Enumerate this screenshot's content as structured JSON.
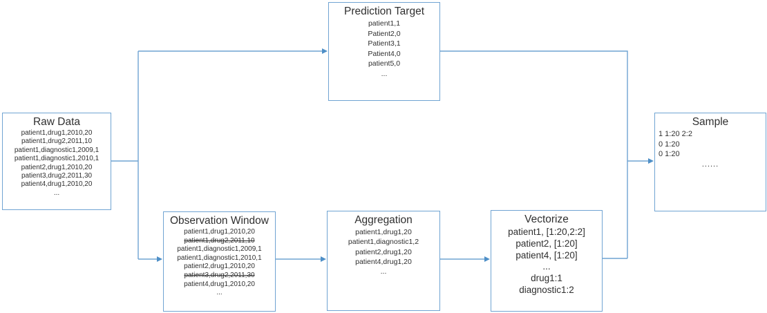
{
  "diagram": {
    "colors": {
      "line": "#6fa3d2",
      "arrow": "#4e8fc7",
      "text": "#2f2f2f",
      "background": "#ffffff"
    },
    "boxes": {
      "raw_data": {
        "title": "Raw Data",
        "lines": [
          "patient1,drug1,2010,20",
          "patient1,drug2,2011,10",
          "patient1,diagnostic1,2009,1",
          "patient1,diagnostic1,2010,1",
          "patient2,drug1,2010,20",
          "patient3,drug2,2011,30",
          "patient4,drug1,2010,20",
          "..."
        ]
      },
      "prediction_target": {
        "title": "Prediction Target",
        "lines": [
          "patient1,1",
          "Patient2,0",
          "Patient3,1",
          "Patient4,0",
          "patient5,0",
          "..."
        ]
      },
      "observation_window": {
        "title": "Observation Window",
        "lines": [
          "patient1,drug1,2010,20",
          {
            "text": "patient1,drug2,2011,10",
            "strike": true
          },
          "patient1,diagnostic1,2009,1",
          "patient1,diagnostic1,2010,1",
          "patient2,drug1,2010,20",
          {
            "text": "patient3,drug2,2011,30",
            "strike": true
          },
          "patient4,drug1,2010,20",
          "..."
        ]
      },
      "aggregation": {
        "title": "Aggregation",
        "lines": [
          "patient1,drug1,20",
          "patient1,diagnostic1,2",
          "patient2,drug1,20",
          "patient4,drug1,20",
          "..."
        ]
      },
      "vectorize": {
        "title": "Vectorize",
        "lines": [
          "patient1, [1:20,2:2]",
          "patient2, [1:20]",
          "patient4, [1:20]",
          "...",
          "drug1:1",
          "diagnostic1:2"
        ]
      },
      "sample": {
        "title": "Sample",
        "lines": [
          "1 1:20 2:2",
          "0 1:20",
          "0 1:20",
          "......"
        ]
      }
    }
  }
}
